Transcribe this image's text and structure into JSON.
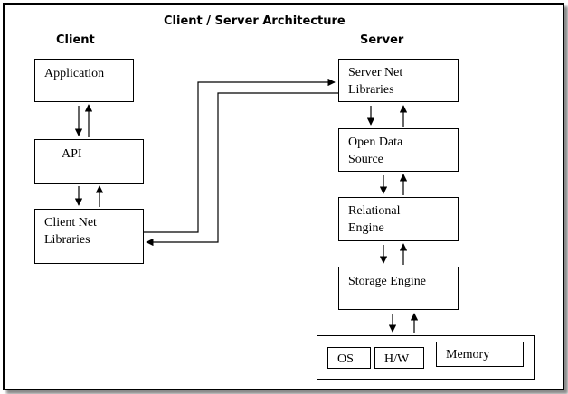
{
  "title": "Client / Server Architecture",
  "client": {
    "heading": "Client",
    "boxes": {
      "application": "Application",
      "api": "API",
      "client_net_libraries": "Client Net\nLibraries"
    }
  },
  "server": {
    "heading": "Server",
    "boxes": {
      "server_net_libraries": "Server Net\nLibraries",
      "open_data_source": "Open Data\nSource",
      "relational_engine": "Relational\nEngine",
      "storage_engine": "Storage Engine"
    },
    "hardware": {
      "os": "OS",
      "hw": "H/W",
      "memory": "Memory"
    }
  }
}
